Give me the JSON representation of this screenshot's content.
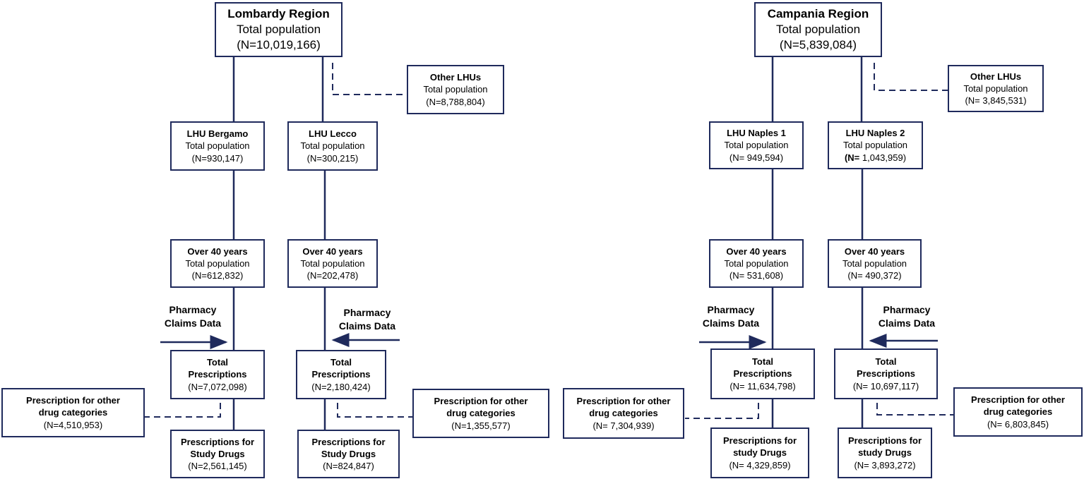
{
  "lombardy": {
    "region": {
      "title": "Lombardy Region",
      "subtitle": "Total population",
      "count": "(N=10,019,166)"
    },
    "other_lhus": {
      "title": "Other LHUs",
      "subtitle": "Total population",
      "count": "(N=8,788,804)"
    },
    "bergamo": {
      "lhu": {
        "title": "LHU Bergamo",
        "subtitle": "Total population",
        "count": "(N=930,147)"
      },
      "over40": {
        "title": "Over 40 years",
        "subtitle": "Total population",
        "count": "(N=612,832)"
      },
      "claims_label_1": "Pharmacy",
      "claims_label_2": "Claims Data",
      "total_rx": {
        "title_1": "Total",
        "title_2": "Prescriptions",
        "count": "(N=7,072,098)"
      },
      "other_drugs": {
        "line_1": "Prescription for other",
        "line_2": "drug categories",
        "count": "(N=4,510,953)"
      },
      "study_drugs": {
        "title_1": "Prescriptions for",
        "title_2": "Study Drugs",
        "count": "(N=2,561,145)"
      }
    },
    "lecco": {
      "lhu": {
        "title": "LHU Lecco",
        "subtitle": "Total population",
        "count": "(N=300,215)"
      },
      "over40": {
        "title": "Over 40 years",
        "subtitle": "Total population",
        "count": "(N=202,478)"
      },
      "claims_label_1": "Pharmacy",
      "claims_label_2": "Claims Data",
      "total_rx": {
        "title_1": "Total",
        "title_2": "Prescriptions",
        "count": "(N=2,180,424)"
      },
      "other_drugs": {
        "line_1": "Prescription for other",
        "line_2": "drug categories",
        "count": "(N=1,355,577)"
      },
      "study_drugs": {
        "title_1": "Prescriptions for",
        "title_2": "Study Drugs",
        "count": "(N=824,847)"
      }
    }
  },
  "campania": {
    "region": {
      "title": "Campania Region",
      "subtitle": "Total population",
      "count": "(N=5,839,084)"
    },
    "other_lhus": {
      "title": "Other LHUs",
      "subtitle": "Total population",
      "count": "(N= 3,845,531)"
    },
    "naples1": {
      "lhu": {
        "title": "LHU Naples 1",
        "subtitle": "Total population",
        "count": "(N= 949,594)"
      },
      "over40": {
        "title": "Over 40 years",
        "subtitle": "Total population",
        "count": "(N= 531,608)"
      },
      "claims_label_1": "Pharmacy",
      "claims_label_2": "Claims Data",
      "total_rx": {
        "title_1": "Total",
        "title_2": "Prescriptions",
        "count": "(N= 11,634,798)"
      },
      "other_drugs": {
        "line_1": "Prescription for other",
        "line_2": "drug categories",
        "count": "(N= 7,304,939)"
      },
      "study_drugs": {
        "title_1": "Prescriptions for",
        "title_2": "study Drugs",
        "count": "(N= 4,329,859)"
      }
    },
    "naples2": {
      "lhu": {
        "title": "LHU Naples 2",
        "subtitle": "Total population",
        "count_prefix": "(N=",
        "count_rest": " 1,043,959)"
      },
      "over40": {
        "title": "Over 40 years",
        "subtitle": "Total population",
        "count": "(N= 490,372)"
      },
      "claims_label_1": "Pharmacy",
      "claims_label_2": "Claims Data",
      "total_rx": {
        "title_1": "Total",
        "title_2": "Prescriptions",
        "count": "(N= 10,697,117)"
      },
      "other_drugs": {
        "line_1": "Prescription for other",
        "line_2": "drug categories",
        "count": "(N= 6,803,845)"
      },
      "study_drugs": {
        "title_1": "Prescriptions for",
        "title_2": "study Drugs",
        "count": "(N= 3,893,272)"
      }
    }
  },
  "colors": {
    "line": "#1f2a5c",
    "box_border": "#1f2a5c",
    "text": "#000000"
  }
}
